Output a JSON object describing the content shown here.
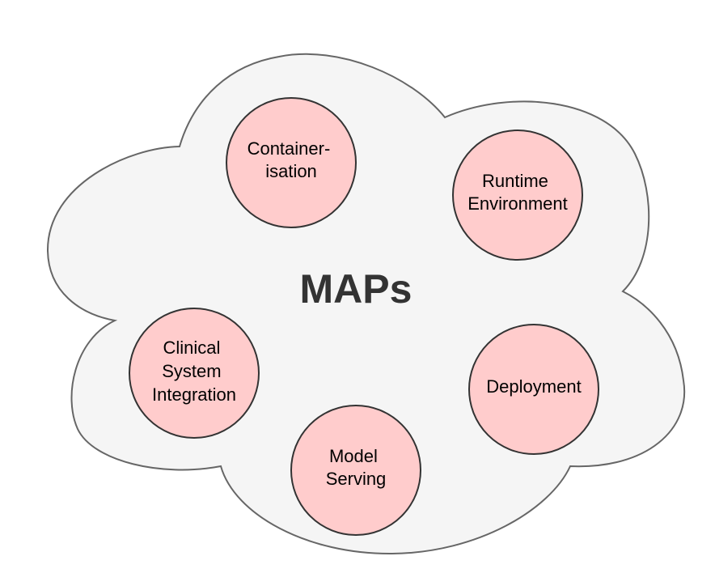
{
  "diagram": {
    "title": "MAPs",
    "colors": {
      "cloud_fill": "#f5f5f5",
      "cloud_stroke": "#666666",
      "node_fill": "#ffcccc",
      "node_stroke": "#333333",
      "title_color": "#333333"
    },
    "nodes": [
      {
        "lines": [
          "Container-",
          "isation"
        ]
      },
      {
        "lines": [
          "Runtime",
          "Environment"
        ]
      },
      {
        "lines": [
          "Clinical",
          "System",
          "Integration"
        ]
      },
      {
        "lines": [
          "Deployment"
        ]
      },
      {
        "lines": [
          "Model",
          "Serving"
        ]
      }
    ]
  }
}
